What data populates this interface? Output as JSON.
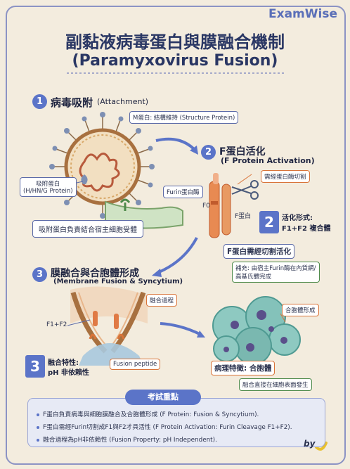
{
  "brand": "ExamWise",
  "title_zh": "副黏液病毒蛋白與膜融合機制",
  "title_en": "(Paramyxovirus Fusion)",
  "step1": {
    "number": "1",
    "title": "病毒吸附",
    "title_en": "(Attachment)",
    "m_protein_label": "M蛋白: 結構維持 (Structure Protein)",
    "attach_label_zh": "吸附蛋白",
    "attach_label_en": "(H/HN/G Protein)",
    "caption": "吸附蛋白負責結合宿主細胞受體"
  },
  "step2": {
    "number": "2",
    "title": "F蛋白活化",
    "title_en": "(F Protein Activation)",
    "cleavage_label": "需經蛋白酶切割",
    "furin_label": "Furin蛋白酶",
    "f0_label": "F0",
    "f_protein_label": "F蛋白",
    "big_number": "2",
    "active_form_line1": "活化形式:",
    "active_form_line2": "F1+F2 複合體",
    "cleavage_note": "F蛋白需經切割活化",
    "supplement_line1": "補充: 由宿主Furin酶在內質網/",
    "supplement_line2": "高基氏體完成"
  },
  "step3": {
    "number": "3",
    "title": "膜融合與合胞體形成",
    "title_en": "(Membrane Fusion & Syncytium)",
    "fusion_process_label": "融合過程",
    "f1f2_label": "F1+F2",
    "fusion_peptide_label": "Fusion peptide",
    "big_number": "3",
    "property_line1": "融合特性:",
    "property_line2": "pH 非依賴性",
    "syncytium_label": "合胞體形成",
    "pathology_label": "病理特徵: 合胞體",
    "pathology_note": "融合直接在細胞表面發生"
  },
  "summary": {
    "heading": "考試重點",
    "points": [
      "F蛋白負責病毒與細胞膜融合及合胞體形成 (F Protein: Fusion & Syncytium).",
      "F蛋白需經Furin切割成F1與F2才具活性 (F Protein Activation: Furin Cleavage F1+F2).",
      "融合過程為pH非依賴性 (Fusion Property: pH Independent)."
    ]
  },
  "signature": "by",
  "colors": {
    "background": "#f3ecde",
    "accent_blue": "#5b74c8",
    "title_navy": "#2a3764",
    "orange": "#d9743a",
    "green": "#4d8a4a",
    "virus_brown": "#a8703f",
    "syncytium_teal": "#6fb5ad"
  }
}
